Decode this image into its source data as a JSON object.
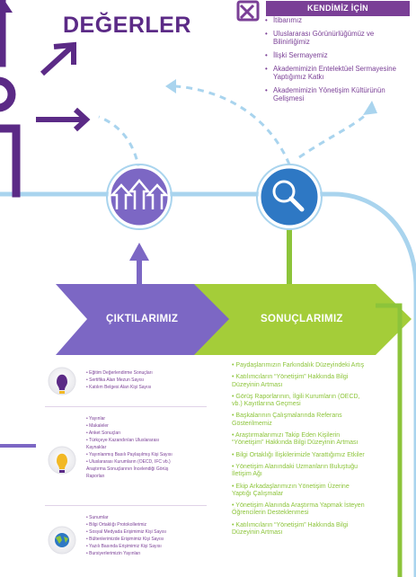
{
  "header": {
    "title": "DEĞERLER"
  },
  "kendimiz": {
    "title": "KENDİMİZ İÇİN",
    "items": [
      "İtibarımız",
      "Uluslararası Görünürlüğümüz ve Bilinirliğimiz",
      "İlişki Sermayemiz",
      "Akademimizin Entelektüel Sermayesine Yaptığımız Katkı",
      "Akademimizin Yönetişim Kültürünün Gelişmesi"
    ]
  },
  "bands": {
    "outputs_label": "ÇIKTILARIMIZ",
    "results_label": "SONUÇLARIMIZ"
  },
  "outputs": {
    "group1": [
      "• Eğitim Değerlendirme Sonuçları",
      "• Sertifika Alan Mezun Sayısı",
      "• Katılım Belgesi Alan Kişi Sayısı"
    ],
    "group2": [
      "• Yayınlar",
      "• Makaleler",
      "• Anket Sonuçları",
      "• Türkçeye Kazandırılan Uluslararası",
      "Kaynaklar",
      "• Yayınlanmış Basılı Paylaşılmış Kişi Sayısı",
      "• Uluslararası Kurumların (OECD, IFC vb.)",
      "Araştırma Sonuçlarının İncelendiği Görüş",
      "Raporları"
    ],
    "group3": [
      "• Sunumlar",
      "• Bilgi Ortaklığı Protokollerimiz",
      "• Sosyal Medyada Erişimimiz Kişi Sayısı",
      "• Bültenlerimizde Erişimimiz Kişi Sayısı",
      "• Yazılı Basında Erişimimiz Kişi Sayısı",
      "• Bursiyerlerimizin Yayınları"
    ]
  },
  "results": [
    "• Paydaşlarımızın Farkındalık Düzeyindeki Artış",
    "• Katılımcıların “Yönetişim” Hakkında Bilgi Düzeyinin Artması",
    "• Görüş Raporlarının, İlgili Kurumların (OECD, vb.) Kayıtlarına Geçmesi",
    "• Başkalarının Çalışmalarında Referans Gösterilmemiz",
    "• Araştırmalarımızı Takip Eden Kişilerin “Yönetişim” Hakkında Bilgi Düzeyinin Artması",
    "• Bilgi Ortaklığı İlişkilerimizle Yarattığımız Etkiler",
    "• Yönetişim Alanındaki Uzmanların Buluştuğu İletişim Ağı",
    "• Ekip Arkadaşlarımızın Yönetişim Üzerine Yaptığı Çalışmalar",
    "• Yönetişim Alanında Araştırma Yapmak İsteyen Öğrencilerin Desteklenmesi",
    "• Katılımcıların “Yönetişim” Hakkında Bilgi Düzeyinin Artması"
  ],
  "colors": {
    "purple": "#5b2a86",
    "violet": "#7c67c4",
    "green": "#a4cd39",
    "lightblue": "#a9d4ee",
    "blue": "#2e78c4"
  },
  "icons": [
    "handshake-icon",
    "person-silhouette-icon",
    "growth-arrows-icon",
    "magnifier-icon",
    "lightbulb-icon",
    "globe-icon"
  ]
}
